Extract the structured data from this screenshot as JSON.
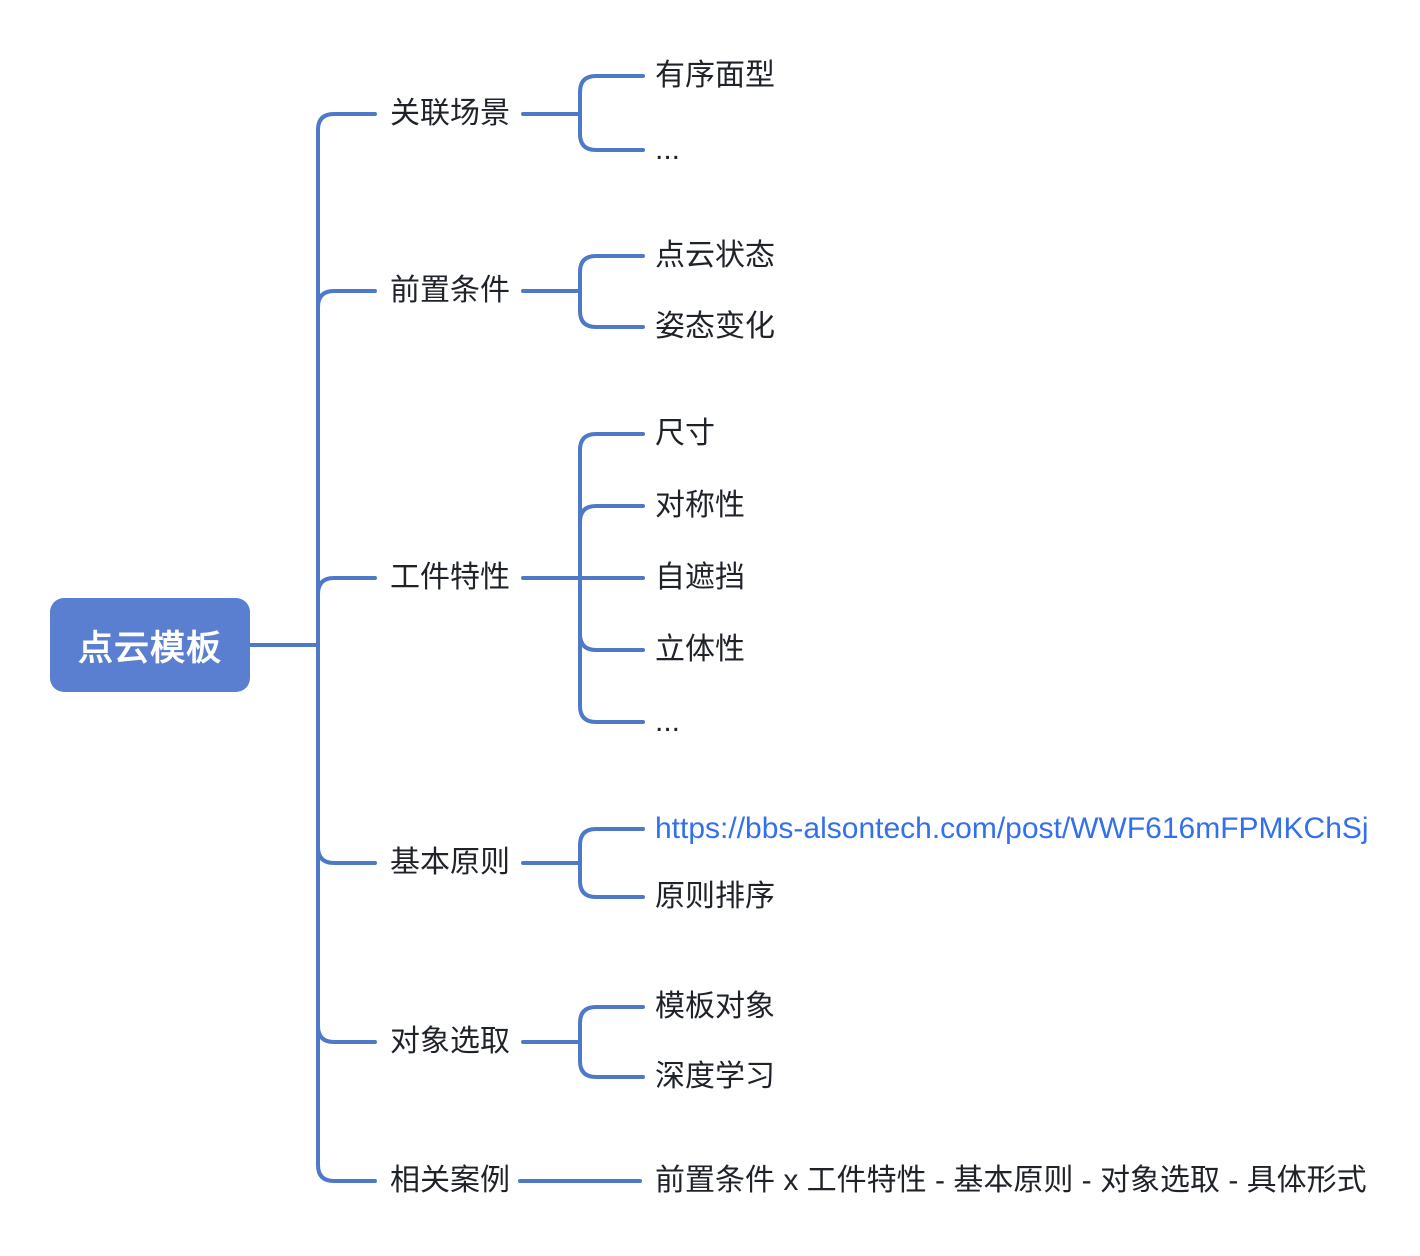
{
  "root": {
    "label": "点云模板"
  },
  "branches": [
    {
      "label": "关联场景",
      "children": [
        {
          "label": "有序面型"
        },
        {
          "label": "..."
        }
      ]
    },
    {
      "label": "前置条件",
      "children": [
        {
          "label": "点云状态"
        },
        {
          "label": "姿态变化"
        }
      ]
    },
    {
      "label": "工件特性",
      "children": [
        {
          "label": "尺寸"
        },
        {
          "label": "对称性"
        },
        {
          "label": "自遮挡"
        },
        {
          "label": "立体性"
        },
        {
          "label": "..."
        }
      ]
    },
    {
      "label": "基本原则",
      "children": [
        {
          "label": "https://bbs-alsontech.com/post/WWF616mFPMKChSj",
          "type": "link"
        },
        {
          "label": "原则排序"
        }
      ]
    },
    {
      "label": "对象选取",
      "children": [
        {
          "label": "模板对象"
        },
        {
          "label": "深度学习"
        }
      ]
    },
    {
      "label": "相关案例",
      "children": [
        {
          "label": "前置条件 x 工件特性 - 基本原则 - 对象选取 - 具体形式"
        }
      ]
    }
  ],
  "colors": {
    "root_fill": "#5b7fd0",
    "root_text": "#ffffff",
    "line": "#4d79c8",
    "text": "#1f2329",
    "link": "#3370eb",
    "bg": "#ffffff"
  }
}
